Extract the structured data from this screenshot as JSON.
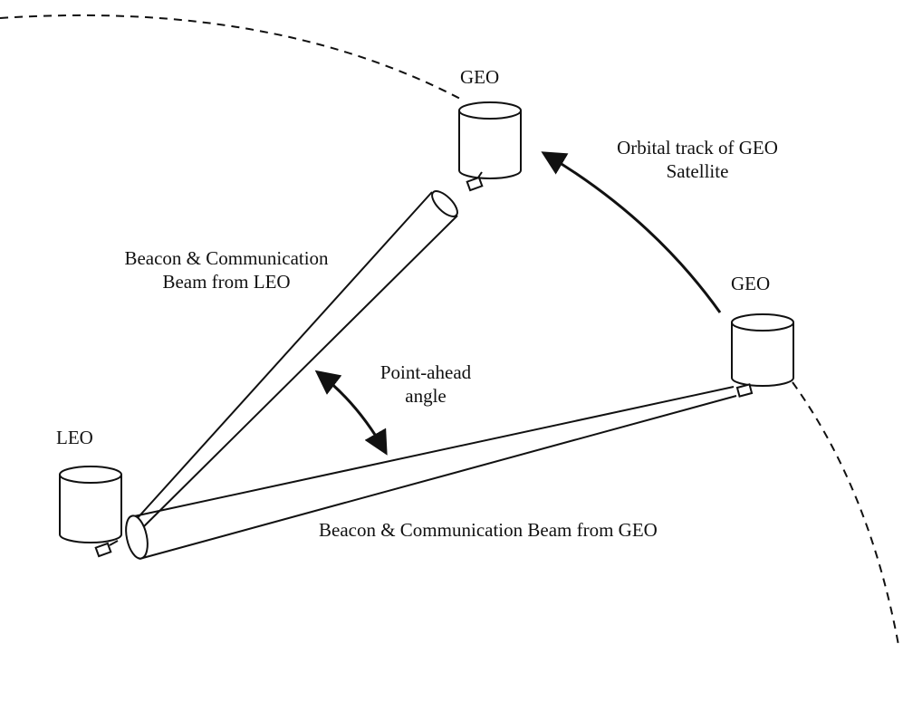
{
  "labels": {
    "geo_top": "GEO",
    "geo_right": "GEO",
    "leo": "LEO",
    "orbital_track_line1": "Orbital track of GEO",
    "orbital_track_line2": "Satellite",
    "beam_leo_line1": "Beacon & Communication",
    "beam_leo_line2": "Beam from LEO",
    "point_ahead_line1": "Point-ahead",
    "point_ahead_line2": "angle",
    "beam_geo": "Beacon & Communication Beam from GEO"
  },
  "colors": {
    "ink": "#111111",
    "background": "#ffffff"
  }
}
